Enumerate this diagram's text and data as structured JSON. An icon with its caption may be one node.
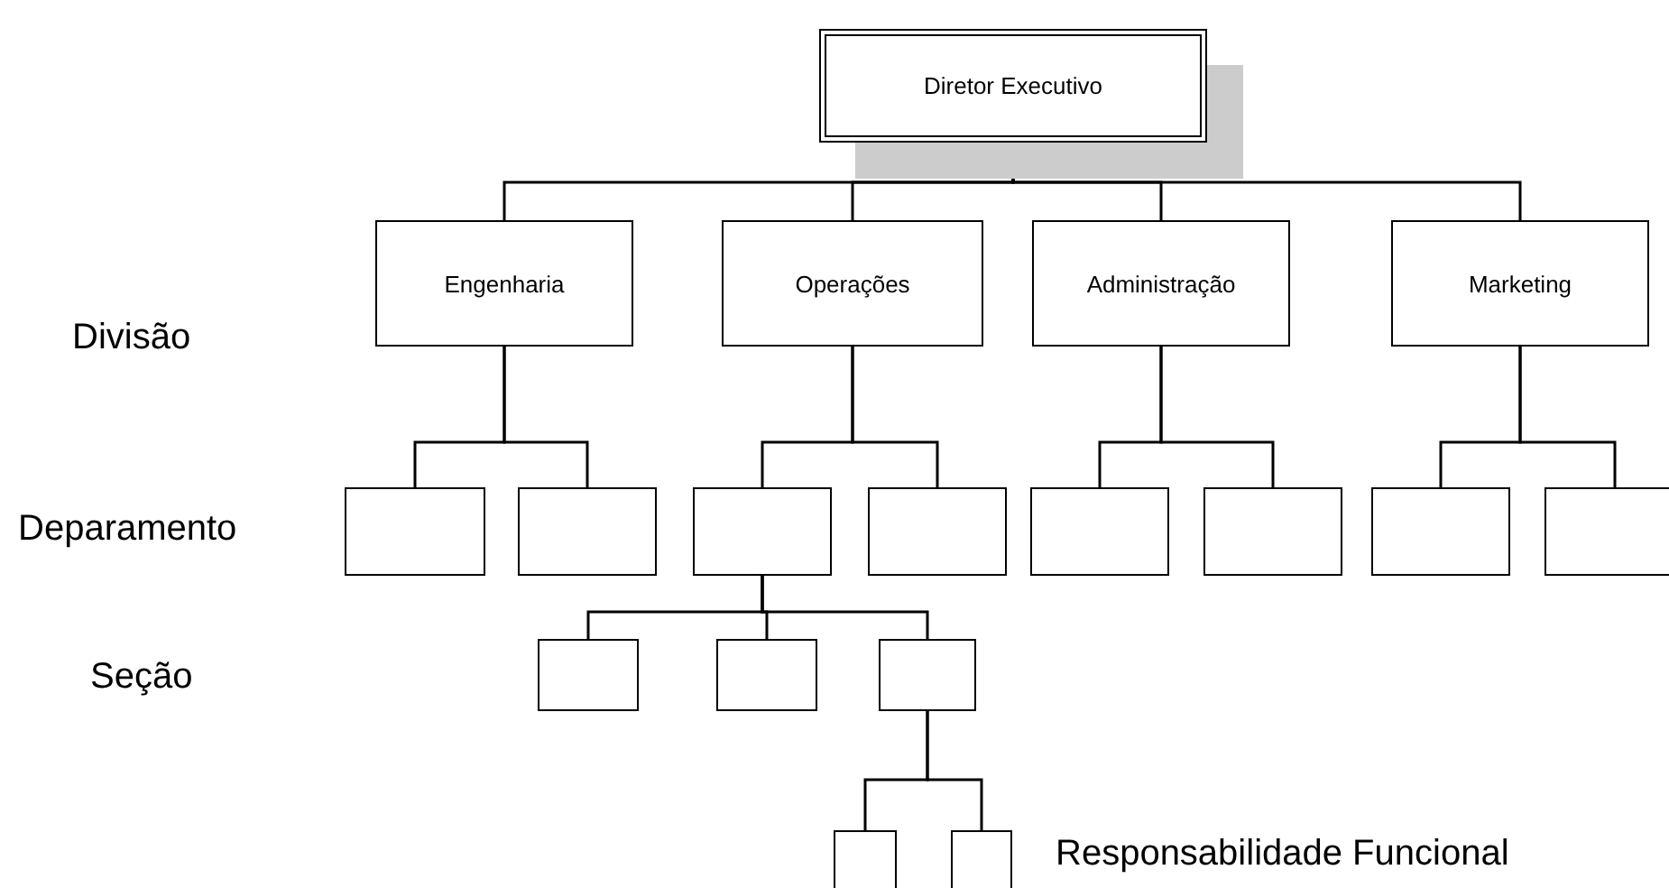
{
  "diagram": {
    "nodes": [
      {
        "text": [
          "Diretor Executivo"
        ]
      },
      {
        "text": [
          "Engenharia"
        ]
      },
      {
        "text": [
          "Operações"
        ]
      },
      {
        "text": [
          "Administração"
        ]
      },
      {
        "text": [
          "Marketing"
        ]
      },
      {
        "text": [],
        "shape": "box"
      },
      {
        "text": [],
        "shape": "box"
      },
      {
        "text": [],
        "shape": "box"
      },
      {
        "text": [],
        "shape": "box"
      },
      {
        "text": [],
        "shape": "box"
      },
      {
        "text": [],
        "shape": "box"
      },
      {
        "text": [],
        "shape": "box"
      },
      {
        "text": [],
        "shape": "box"
      },
      {
        "text": [],
        "shape": "box"
      },
      {
        "text": [],
        "shape": "box"
      },
      {
        "text": [],
        "shape": "box"
      },
      {
        "text": [],
        "shape": "box"
      },
      {
        "text": [],
        "shape": "box"
      }
    ],
    "edges": [
      {
        "from": 0,
        "to": 1,
        "arrow": "none"
      },
      {
        "from": 0,
        "to": 2,
        "arrow": "none"
      },
      {
        "from": 0,
        "to": 3,
        "arrow": "none"
      },
      {
        "from": 0,
        "to": 4,
        "arrow": "none"
      },
      {
        "from": 1,
        "to": 5,
        "arrow": "none"
      },
      {
        "from": 1,
        "to": 6,
        "arrow": "none"
      },
      {
        "from": 2,
        "to": 7,
        "arrow": "none"
      },
      {
        "from": 2,
        "to": 8,
        "arrow": "none"
      },
      {
        "from": 3,
        "to": 9,
        "arrow": "none"
      },
      {
        "from": 3,
        "to": 10,
        "arrow": "none"
      },
      {
        "from": 4,
        "to": 11,
        "arrow": "none"
      },
      {
        "from": 4,
        "to": 12,
        "arrow": "none"
      },
      {
        "from": 7,
        "to": 13,
        "arrow": "none"
      },
      {
        "from": 7,
        "to": 14,
        "arrow": "none"
      },
      {
        "from": 7,
        "to": 15,
        "arrow": "none"
      },
      {
        "from": 15,
        "to": 16,
        "arrow": "none"
      },
      {
        "from": 15,
        "to": 17,
        "arrow": "none"
      }
    ],
    "labels": [
      "Divisão",
      "Deparamento",
      "Seção",
      "Responsabilidade Funcional"
    ]
  }
}
